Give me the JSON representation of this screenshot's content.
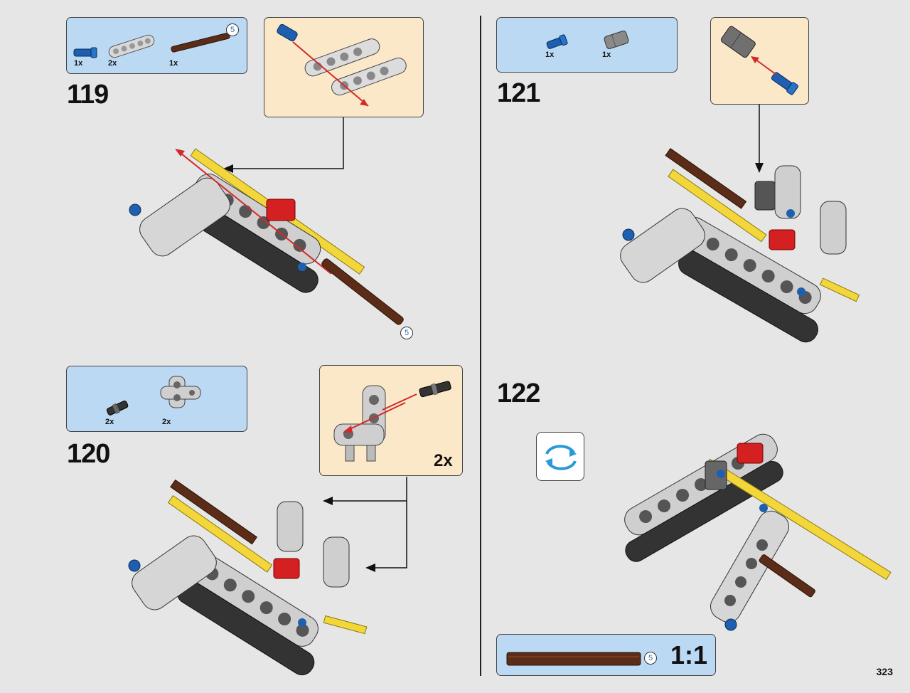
{
  "page": {
    "number": "323"
  },
  "steps": [
    {
      "number": "119",
      "parts": [
        {
          "qty": "1x",
          "icon": "blue-pin-icon"
        },
        {
          "qty": "2x",
          "icon": "grey-beam-icon"
        },
        {
          "qty": "1x",
          "icon": "brown-axle-icon"
        }
      ],
      "axle_length": "5"
    },
    {
      "number": "120",
      "parts": [
        {
          "qty": "2x",
          "icon": "black-connector-icon"
        },
        {
          "qty": "2x",
          "icon": "grey-angle-connector-icon"
        }
      ],
      "multiplier": "2x"
    },
    {
      "number": "121",
      "parts": [
        {
          "qty": "1x",
          "icon": "blue-pin-icon"
        },
        {
          "qty": "1x",
          "icon": "dark-grey-connector-icon"
        }
      ]
    },
    {
      "number": "122",
      "scale_badge": {
        "length": "5",
        "scale": "1:1"
      }
    }
  ],
  "colors": {
    "parts_box": "#bcd9f4",
    "callout_box": "#fbe8c8",
    "background": "#e6e6e6",
    "arrow_red": "#d22a2a",
    "axle_brown": "#5b2c17",
    "axle_yellow": "#f2d63a",
    "pin_blue": "#1e5fb0"
  }
}
